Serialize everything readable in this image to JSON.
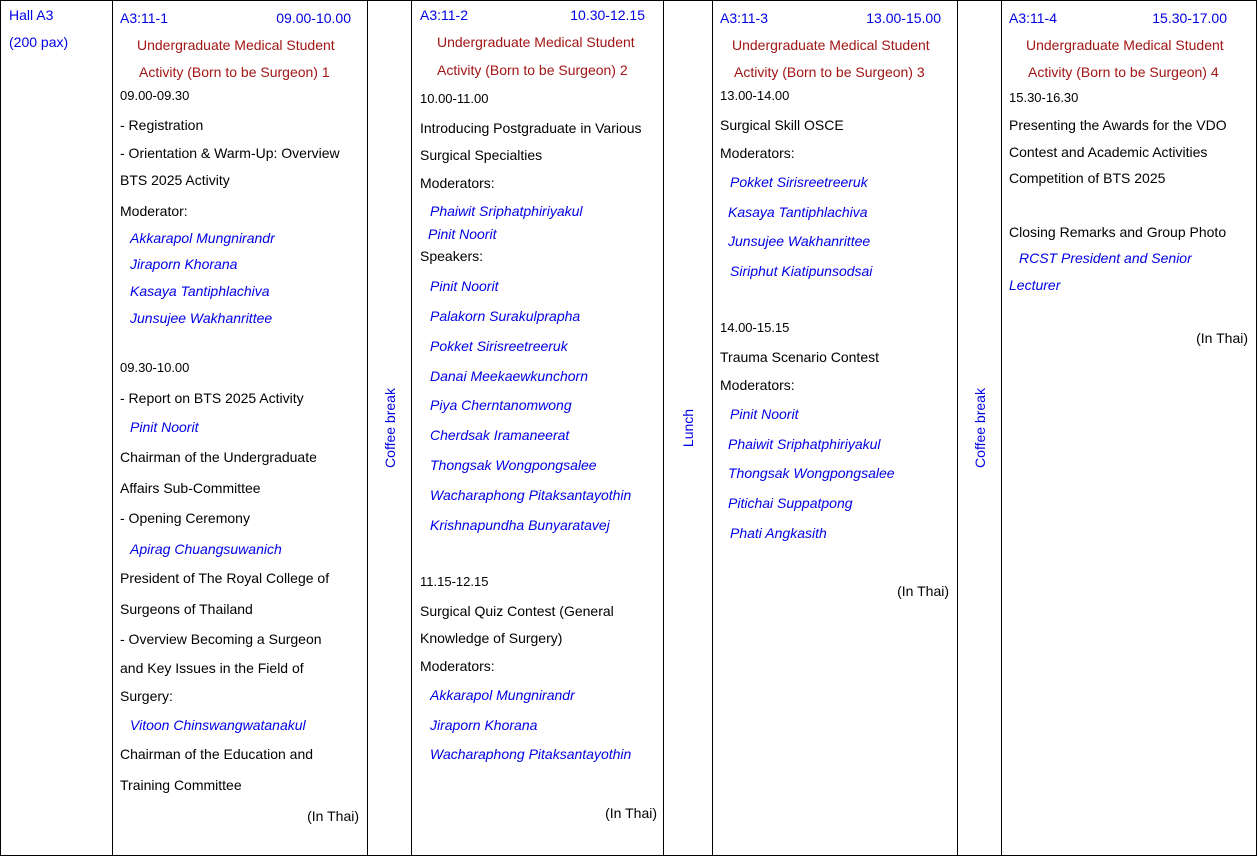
{
  "hall": {
    "name": "Hall A3",
    "capacity": "(200 pax)"
  },
  "breaks": {
    "coffee1": "Coffee break",
    "lunch": "Lunch",
    "coffee2": "Coffee break"
  },
  "s1": {
    "code": "A3:11-1",
    "time": "09.00-10.00",
    "title1": "Undergraduate Medical Student",
    "title2": "Activity (Born to be Surgeon) 1",
    "t1": "09.00-09.30",
    "registration": "- Registration",
    "orient1": "- Orientation & Warm-Up: Overview",
    "orient2": "BTS 2025 Activity",
    "moderator_label": "Moderator:",
    "mods": [
      "Akkarapol Mungnirandr",
      "Jiraporn Khorana",
      "Kasaya Tantiphlachiva",
      "Junsujee Wakhanrittee"
    ],
    "t2": "09.30-10.00",
    "report": "- Report on BTS 2025 Activity",
    "report_speaker": "Pinit Noorit",
    "report_role1": "Chairman of the Undergraduate",
    "report_role2": "Affairs Sub-Committee",
    "opening": "- Opening Ceremony",
    "opening_speaker": "Apirag Chuangsuwanich",
    "opening_role1": "President of The Royal College of",
    "opening_role2": "Surgeons of Thailand",
    "overview1": "- Overview Becoming a Surgeon",
    "overview2": "and Key Issues in the Field of",
    "overview3": "Surgery:",
    "overview_speaker": "Vitoon Chinswangwatanakul",
    "overview_role1": "Chairman of the Education and",
    "overview_role2": "Training Committee",
    "lang": "(In Thai)"
  },
  "s2": {
    "code": "A3:11-2",
    "time": "10.30-12.15",
    "title1": "Undergraduate Medical Student",
    "title2": "Activity (Born to be Surgeon) 2",
    "t1": "10.00-11.00",
    "topic1a": "Introducing Postgraduate in Various",
    "topic1b": "Surgical Specialties",
    "moderators_label": "Moderators:",
    "mods1": [
      "Phaiwit Sriphatphiriyakul",
      "Pinit Noorit"
    ],
    "speakers_label": "Speakers:",
    "speakers": [
      "Pinit Noorit",
      "Palakorn Surakulprapha",
      "Pokket Sirisreetreeruk",
      "Danai Meekaewkunchorn",
      "Piya Cherntanomwong",
      "Cherdsak Iramaneerat",
      "Thongsak Wongpongsalee",
      "Wacharaphong Pitaksantayothin",
      "Krishnapundha Bunyaratavej"
    ],
    "t2": "11.15-12.15",
    "topic2a": "Surgical Quiz Contest (General",
    "topic2b": "Knowledge of Surgery)",
    "moderators2_label": "Moderators:",
    "mods2": [
      "Akkarapol Mungnirandr",
      "Jiraporn Khorana",
      "Wacharaphong Pitaksantayothin"
    ],
    "lang": "(In Thai)"
  },
  "s3": {
    "code": "A3:11-3",
    "time": "13.00-15.00",
    "title1": "Undergraduate Medical Student",
    "title2": "Activity (Born to be Surgeon) 3",
    "t1": "13.00-14.00",
    "topic1": "Surgical Skill OSCE",
    "moderators_label": "Moderators:",
    "mods1": [
      "Pokket Sirisreetreeruk",
      "Kasaya Tantiphlachiva",
      "Junsujee Wakhanrittee",
      "Siriphut Kiatipunsodsai"
    ],
    "t2": "14.00-15.15",
    "topic2": "Trauma Scenario Contest",
    "moderators2_label": "Moderators:",
    "mods2": [
      "Pinit Noorit",
      "Phaiwit Sriphatphiriyakul",
      "Thongsak Wongpongsalee",
      "Pitichai Suppatpong",
      "Phati Angkasith"
    ],
    "lang": "(In Thai)"
  },
  "s4": {
    "code": "A3:11-4",
    "time": "15.30-17.00",
    "title1": "Undergraduate Medical Student",
    "title2": "Activity (Born to be Surgeon) 4",
    "t1": "15.30-16.30",
    "awards1": "Presenting the Awards for the VDO",
    "awards2": "Contest and Academic Activities",
    "awards3": "Competition of BTS 2025",
    "closing": "Closing Remarks and Group Photo",
    "closing_sp1": "RCST President and Senior",
    "closing_sp2": "Lecturer",
    "lang": "(In Thai)"
  }
}
